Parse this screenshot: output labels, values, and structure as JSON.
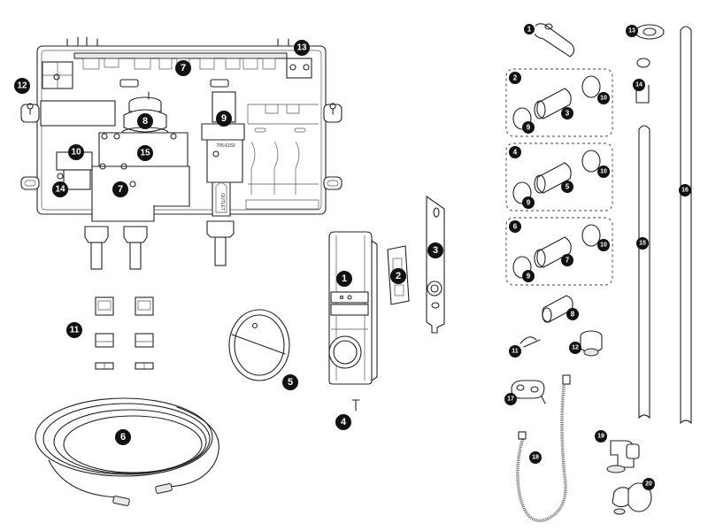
{
  "diagram": {
    "type": "exploded-parts-diagram",
    "sections": {
      "unit": {
        "callouts": [
          "1",
          "2",
          "3",
          "4",
          "5",
          "6",
          "7",
          "7",
          "8",
          "9",
          "10",
          "11",
          "12",
          "13",
          "14",
          "15"
        ]
      },
      "kit": {
        "callouts": [
          "1",
          "2",
          "3",
          "4",
          "5",
          "6",
          "7",
          "8",
          "9",
          "9",
          "9",
          "10",
          "10",
          "10",
          "11",
          "12",
          "13",
          "14",
          "15",
          "16",
          "17",
          "18",
          "19",
          "20"
        ]
      }
    },
    "labels": {
      "outlet": "OUTLET"
    }
  },
  "callouts": {
    "u1": "1",
    "u2": "2",
    "u3": "3",
    "u4": "4",
    "u5": "5",
    "u6": "6",
    "u7a": "7",
    "u7b": "7",
    "u8": "8",
    "u9": "9",
    "u10": "10",
    "u11": "11",
    "u12": "12",
    "u13": "13",
    "u14": "14",
    "u15": "15",
    "k1": "1",
    "k2": "2",
    "k3": "3",
    "k4": "4",
    "k5": "5",
    "k6": "6",
    "k7": "7",
    "k8": "8",
    "k9a": "9",
    "k9b": "9",
    "k9c": "9",
    "k10a": "10",
    "k10b": "10",
    "k10c": "10",
    "k11": "11",
    "k12": "12",
    "k13": "13",
    "k14": "14",
    "k15": "15",
    "k16": "16",
    "k17": "17",
    "k18": "18",
    "k19": "19",
    "k20": "20"
  }
}
